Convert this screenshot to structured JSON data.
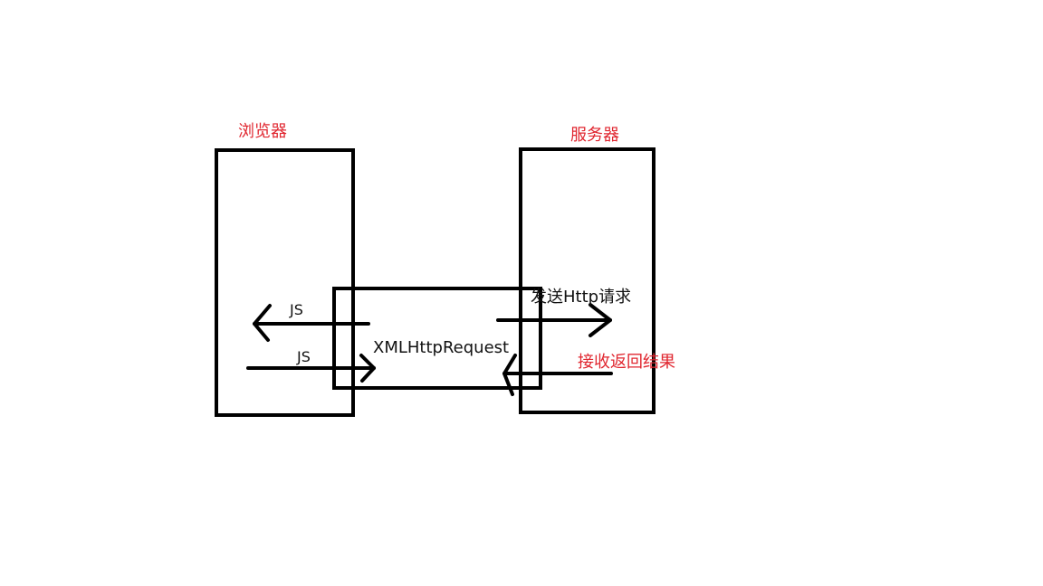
{
  "labels": {
    "browser": "浏览器",
    "server": "服务器",
    "xhr": "XMLHttpRequest",
    "js_top": "JS",
    "js_bottom": "JS",
    "send_request": "发送Http请求",
    "receive_result": "接收返回结果"
  },
  "colors": {
    "stroke": "#000000",
    "annotation_red": "#e0262f",
    "text": "#111111",
    "background": "#ffffff"
  }
}
